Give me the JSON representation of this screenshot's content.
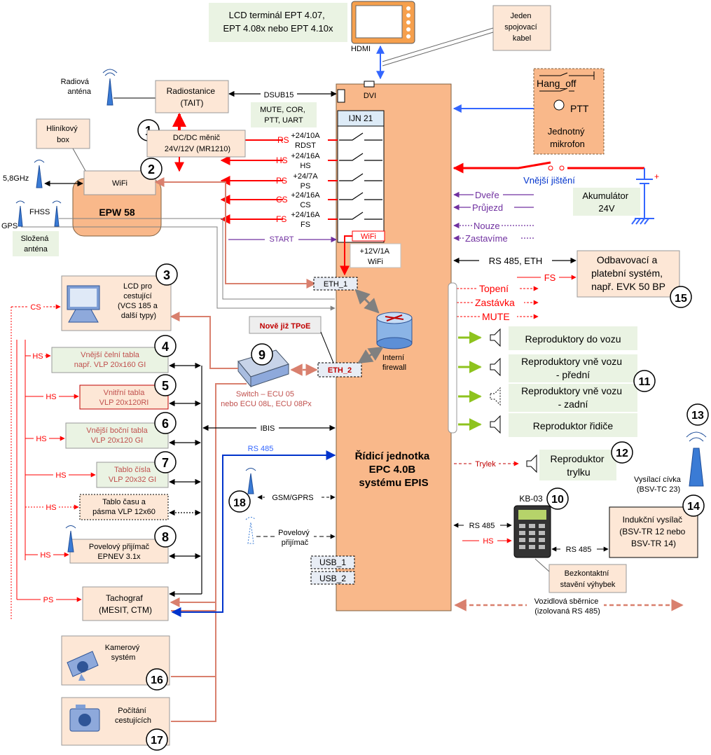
{
  "header": {
    "lcd_terminal": [
      "LCD terminál EPT 4.07,",
      "EPT 4.08x nebo EPT 4.10x"
    ],
    "hdmi": "HDMI",
    "single_cable": [
      "Jeden",
      "spojovací",
      "kabel"
    ],
    "dvi": "DVI"
  },
  "radio": {
    "antenna_label": [
      "Radiová",
      "anténa"
    ],
    "station": [
      "Radiostanice",
      "(TAIT)"
    ],
    "dsub": "DSUB15",
    "signals": [
      "MUTE, COR,",
      "PTT, UART"
    ]
  },
  "dcdc": {
    "num": "1",
    "label": [
      "DC/DC měnič",
      "24V/12V (MR1210)"
    ]
  },
  "alubox": [
    "Hliníkový",
    "box"
  ],
  "wifi": {
    "num": "2",
    "label": "WiFi",
    "ghz": "5,8GHz"
  },
  "epw": {
    "label": "EPW 58",
    "fhss": "FHSS",
    "gps": "GPS",
    "combined_antenna": [
      "Složená",
      "anténa"
    ]
  },
  "ijn": {
    "title": "IJN 21",
    "rows": [
      {
        "code": "RS",
        "top": "+24/10A",
        "bottom": "RDST"
      },
      {
        "code": "HS",
        "top": "+24/16A",
        "bottom": "HS"
      },
      {
        "code": "PS",
        "top": "+24/7A",
        "bottom": "PS"
      },
      {
        "code": "CS",
        "top": "+24/16A",
        "bottom": "CS"
      },
      {
        "code": "FS",
        "top": "+24/16A",
        "bottom": "FS"
      }
    ],
    "wifi": "WiFi",
    "wifi_power": [
      "+12V/1A",
      "WiFi"
    ],
    "start": "START"
  },
  "ptt": {
    "hangoff": "Hang_off",
    "ptt": "PTT",
    "mic": [
      "Jednotný",
      "mikrofon"
    ]
  },
  "fuse": "Vnější jištění",
  "battery": [
    "Akumulátor",
    "24V"
  ],
  "inputs": {
    "dvere": "Dveře",
    "prujezd": "Průjezd",
    "nouze": "Nouze",
    "zastavime": "Zastavíme"
  },
  "lcd_passenger": {
    "num": "3",
    "label": [
      "LCD pro",
      "cestující",
      "(VCS 185 a",
      "další typy)"
    ],
    "cs": "CS"
  },
  "eth": {
    "eth1": "ETH_1",
    "eth2": "ETH_2",
    "tpoe": "Nově již TPoE",
    "firewall": [
      "Interní",
      "firewall"
    ]
  },
  "switch": {
    "num": "9",
    "label": [
      "Switch – ECU 05",
      "nebo ECU 08L, ECU 08Px"
    ]
  },
  "tables": [
    {
      "num": "4",
      "label": [
        "Vnější čelní tabla",
        "např. VLP 20x160 GI"
      ],
      "code": "HS"
    },
    {
      "num": "5",
      "label": [
        "Vnitřní tabla",
        "VLP 20x120RI"
      ],
      "code": "HS"
    },
    {
      "num": "6",
      "label": [
        "Vnější boční tabla",
        "VLP 20x120 GI"
      ],
      "code": "HS"
    },
    {
      "num": "7",
      "label": [
        "Tablo čísla",
        "VLP 20x32 GI"
      ],
      "code": "HS"
    },
    {
      "num": "",
      "label": [
        "Tablo času a",
        "pásma VLP 12x60"
      ],
      "code": "HS"
    },
    {
      "num": "8",
      "label": [
        "Povelový přijímač",
        "EPNEV 3.1x"
      ],
      "code": "HS"
    }
  ],
  "ibis": "IBIS",
  "rs485": "RS 485",
  "gsm": {
    "num": "18",
    "label": "GSM/GPRS"
  },
  "povel": [
    "Povelový",
    "přijímač"
  ],
  "usb": [
    "USB_1",
    "USB_2"
  ],
  "tacho": {
    "label": [
      "Tachograf",
      "(MESIT, CTM)"
    ],
    "code": "PS"
  },
  "camera": {
    "num": "16",
    "label": [
      "Kamerový",
      "systém"
    ]
  },
  "counting": {
    "num": "17",
    "label": [
      "Počítání",
      "cestujících"
    ]
  },
  "main": [
    "Řídicí jednotka",
    "EPC 4.0B",
    "systému EPIS"
  ],
  "payment": {
    "num": "15",
    "link": "RS 485, ETH",
    "fs": "FS",
    "label": [
      "Odbavovací a",
      "platební systém,",
      "např. EVK 50 BP"
    ]
  },
  "outputs": {
    "topeni": "Topení",
    "zastavka": "Zastávka",
    "mute": "MUTE"
  },
  "speakers": {
    "num": "11",
    "items": [
      [
        "Reproduktory do vozu"
      ],
      [
        "Reproduktory vně vozu",
        "- přední"
      ],
      [
        "Reproduktory vně vozu",
        "- zadní"
      ],
      [
        "Reproduktor řidiče"
      ]
    ]
  },
  "trylek": {
    "num": "12",
    "line": "Trylek",
    "label": [
      "Reproduktor",
      "trylku"
    ]
  },
  "coil": {
    "num": "13",
    "label": [
      "Vysílací cívka",
      "(BSV-TC 23)"
    ]
  },
  "inductive": {
    "num": "14",
    "label": [
      "Indukční vysílač",
      "(BSV-TR 12 nebo",
      "BSV-TR 14)"
    ],
    "link": "RS 485"
  },
  "kb": {
    "num": "10",
    "label": "KB-03",
    "rs": "RS 485",
    "hs": "HS",
    "contactless": [
      "Bezkontaktní",
      "stavění výhybek"
    ]
  },
  "bus": [
    "Vozidlová sběrnice",
    "(izolovaná RS 485)"
  ],
  "colors": {
    "main": "#f9b88a",
    "peach": "#fde7d6",
    "green": "#eaf3e3",
    "red": "#ff0000",
    "purple": "#7030a0",
    "blue": "#0033cc",
    "salmon": "#d9806e"
  }
}
